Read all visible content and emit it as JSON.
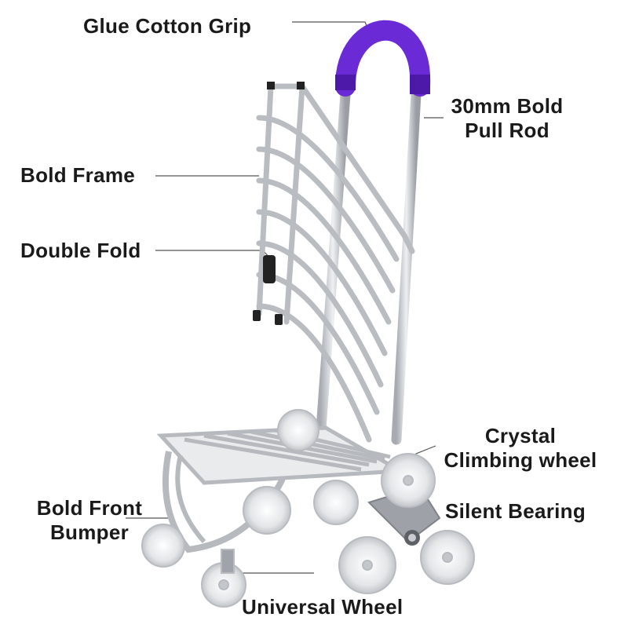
{
  "image": {
    "description_labels": {
      "grip": "Glue Cotton Grip",
      "pull_rod_line1": "30mm Bold",
      "pull_rod_line2": "Pull Rod",
      "bold_frame": "Bold Frame",
      "double_fold": "Double Fold",
      "crystal_line1": "Crystal",
      "crystal_line2": "Climbing wheel",
      "silent_bearing": "Silent Bearing",
      "bumper_line1": "Bold Front",
      "bumper_line2": "Bumper",
      "universal_wheel": "Universal Wheel"
    }
  },
  "colors": {
    "grip": "#6a2bd6",
    "frame": "#c9ccd1",
    "frame_edge": "#8e9298",
    "wheel": "#e6e8ea",
    "text": "#1a1a1a",
    "leader": "#555555"
  }
}
